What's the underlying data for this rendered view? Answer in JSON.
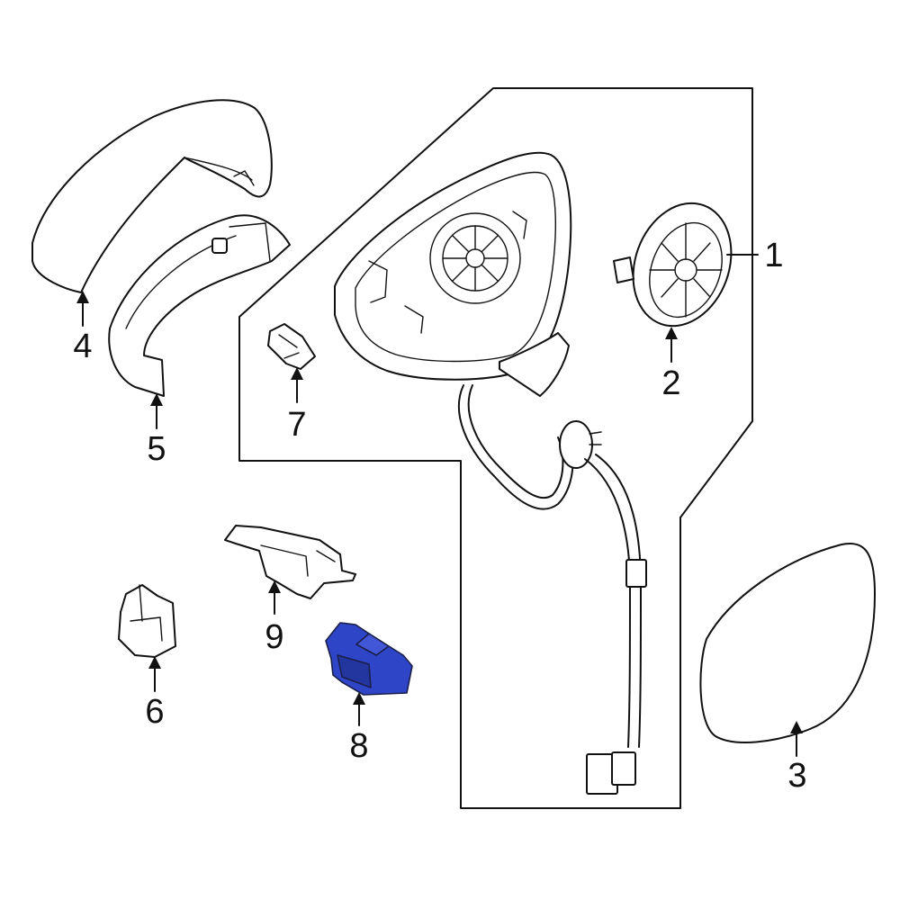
{
  "colors": {
    "line": "#111111",
    "background": "#ffffff",
    "highlight": "#2f45c8"
  },
  "callouts": {
    "c1": "1",
    "c2": "2",
    "c3": "3",
    "c4": "4",
    "c5": "5",
    "c6": "6",
    "c7": "7",
    "c8": "8",
    "c9": "9"
  },
  "highlighted_part": "8"
}
